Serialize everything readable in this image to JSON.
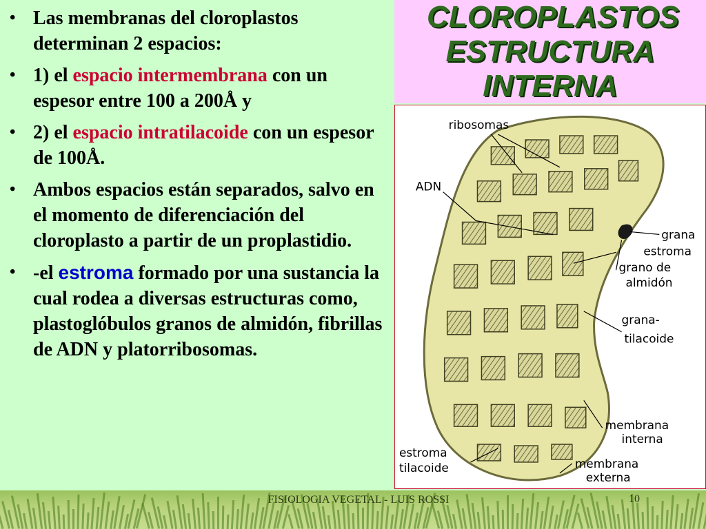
{
  "title": {
    "line1": "CLOROPLASTOS",
    "line2": "ESTRUCTURA",
    "line3": "INTERNA"
  },
  "bullets": [
    {
      "parts": [
        {
          "text": "Las membranas del cloroplastos determinan 2 espacios:"
        }
      ]
    },
    {
      "parts": [
        {
          "text": "1) el "
        },
        {
          "text": "espacio intermembrana",
          "style": "red"
        },
        {
          "text": "  con un espesor entre 100 a 200Å y"
        }
      ]
    },
    {
      "parts": [
        {
          "text": "2) el "
        },
        {
          "text": "espacio intratilacoide",
          "style": "red"
        },
        {
          "text": " con un espesor de 100Å."
        }
      ]
    },
    {
      "parts": [
        {
          "text": "Ambos espacios están separados, salvo en el momento de diferenciación del cloroplasto a partir de un proplastidio."
        }
      ]
    },
    {
      "parts": [
        {
          "text": "-el  "
        },
        {
          "text": "estroma",
          "style": "blue-sans"
        },
        {
          "text": "  formado por una sustancia   la cual rodea  a diversas  estructuras como, plastoglóbulos granos de almidón, fibrillas de ADN y platorribosomas."
        }
      ]
    }
  ],
  "figure_labels": {
    "ribosomas": "ribosomas",
    "adn": "ADN",
    "grana": "grana",
    "estroma": "estroma",
    "grano_de": "grano de",
    "almidon": "almidón",
    "grana_dash": "grana-",
    "tilacoide": "tilacoide",
    "membrana_interna_1": "membrana",
    "membrana_interna_2": "interna",
    "estroma_tilacoide_1": "estroma",
    "estroma_tilacoide_2": "tilacoide",
    "membrana_externa_1": "membrana",
    "membrana_externa_2": "externa"
  },
  "footer": {
    "text": "FISIOLOGIA VEGETAL -  LUIS ROSSI",
    "page": "10"
  },
  "colors": {
    "title_green": "#2e6b1f",
    "title_bg": "#ffccff",
    "slide_bg": "#ccffcc",
    "highlight_red": "#cc0033",
    "highlight_blue": "#0000cc"
  }
}
